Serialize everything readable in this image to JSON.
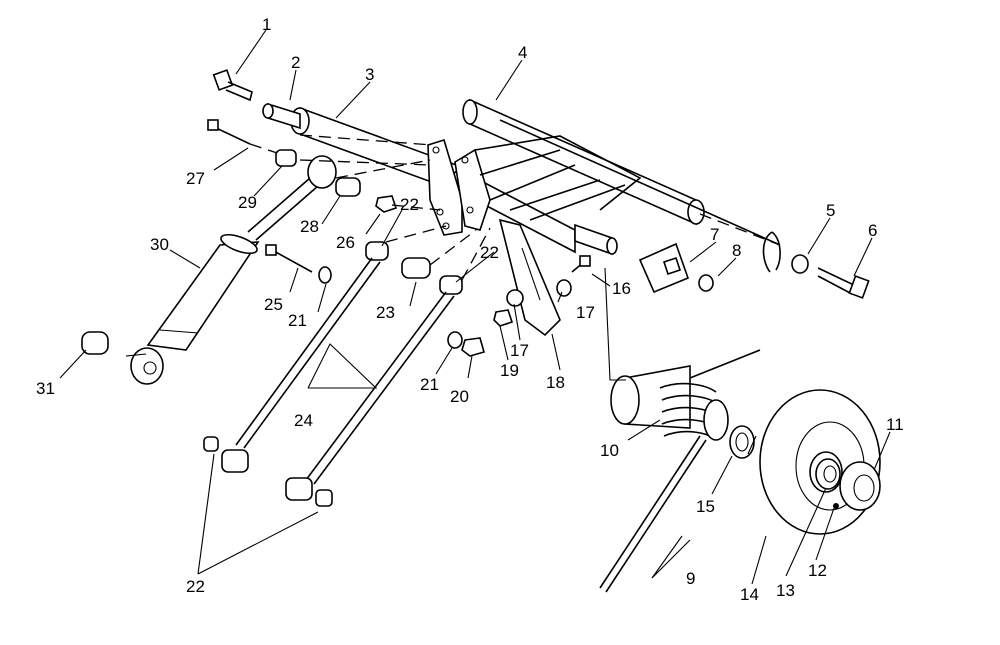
{
  "diagram": {
    "callouts": [
      {
        "id": "c1",
        "text": "1"
      },
      {
        "id": "c2",
        "text": "2"
      },
      {
        "id": "c3",
        "text": "3"
      },
      {
        "id": "c4",
        "text": "4"
      },
      {
        "id": "c5",
        "text": "5"
      },
      {
        "id": "c6",
        "text": "6"
      },
      {
        "id": "c7",
        "text": "7"
      },
      {
        "id": "c8",
        "text": "8"
      },
      {
        "id": "c9",
        "text": "9"
      },
      {
        "id": "c10",
        "text": "10"
      },
      {
        "id": "c11",
        "text": "11"
      },
      {
        "id": "c12",
        "text": "12"
      },
      {
        "id": "c13",
        "text": "13"
      },
      {
        "id": "c14",
        "text": "14"
      },
      {
        "id": "c15",
        "text": "15"
      },
      {
        "id": "c16",
        "text": "16"
      },
      {
        "id": "c17a",
        "text": "17"
      },
      {
        "id": "c17b",
        "text": "17"
      },
      {
        "id": "c18",
        "text": "18"
      },
      {
        "id": "c19",
        "text": "19"
      },
      {
        "id": "c20",
        "text": "20"
      },
      {
        "id": "c21a",
        "text": "21"
      },
      {
        "id": "c21b",
        "text": "21"
      },
      {
        "id": "c22a",
        "text": "22"
      },
      {
        "id": "c22b",
        "text": "22"
      },
      {
        "id": "c22c",
        "text": "22"
      },
      {
        "id": "c23",
        "text": "23"
      },
      {
        "id": "c24",
        "text": "24"
      },
      {
        "id": "c25",
        "text": "25"
      },
      {
        "id": "c26",
        "text": "26"
      },
      {
        "id": "c27",
        "text": "27"
      },
      {
        "id": "c28",
        "text": "28"
      },
      {
        "id": "c29",
        "text": "29"
      },
      {
        "id": "c30",
        "text": "30"
      },
      {
        "id": "c31",
        "text": "31"
      }
    ]
  }
}
